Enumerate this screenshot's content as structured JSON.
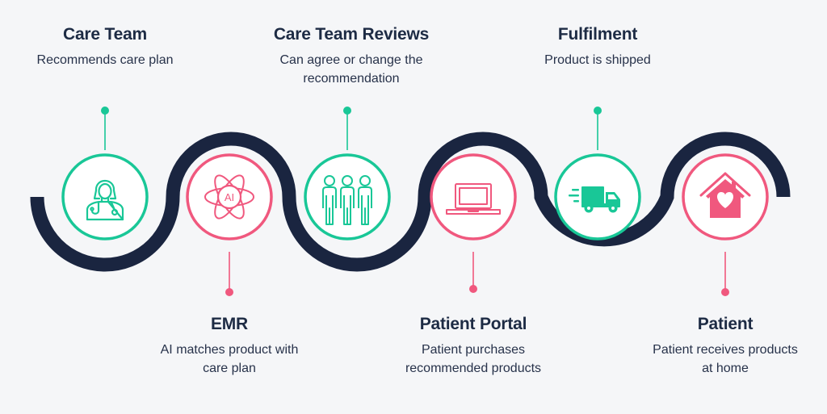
{
  "colors": {
    "track": "#1a2540",
    "green": "#19c797",
    "pink": "#f0587e",
    "fill": "#ffffff"
  },
  "steps": [
    {
      "title": "Care Team",
      "description": "Recommends care plan",
      "icon": "doctor-icon",
      "color": "green",
      "label_position": "top"
    },
    {
      "title": "EMR",
      "description": "AI matches product with care plan",
      "icon": "ai-atom-icon",
      "color": "pink",
      "label_position": "bottom"
    },
    {
      "title": "Care Team Reviews",
      "description": "Can agree or change the recommendation",
      "icon": "team-icon",
      "color": "green",
      "label_position": "top"
    },
    {
      "title": "Patient Portal",
      "description": "Patient purchases recommended products",
      "icon": "laptop-icon",
      "color": "pink",
      "label_position": "bottom"
    },
    {
      "title": "Fulfilment",
      "description": "Product is shipped",
      "icon": "delivery-truck-icon",
      "color": "green",
      "label_position": "top"
    },
    {
      "title": "Patient",
      "description": "Patient receives products at home",
      "icon": "home-heart-icon",
      "color": "pink",
      "label_position": "bottom"
    }
  ],
  "icon_text": {
    "ai": "AI"
  }
}
